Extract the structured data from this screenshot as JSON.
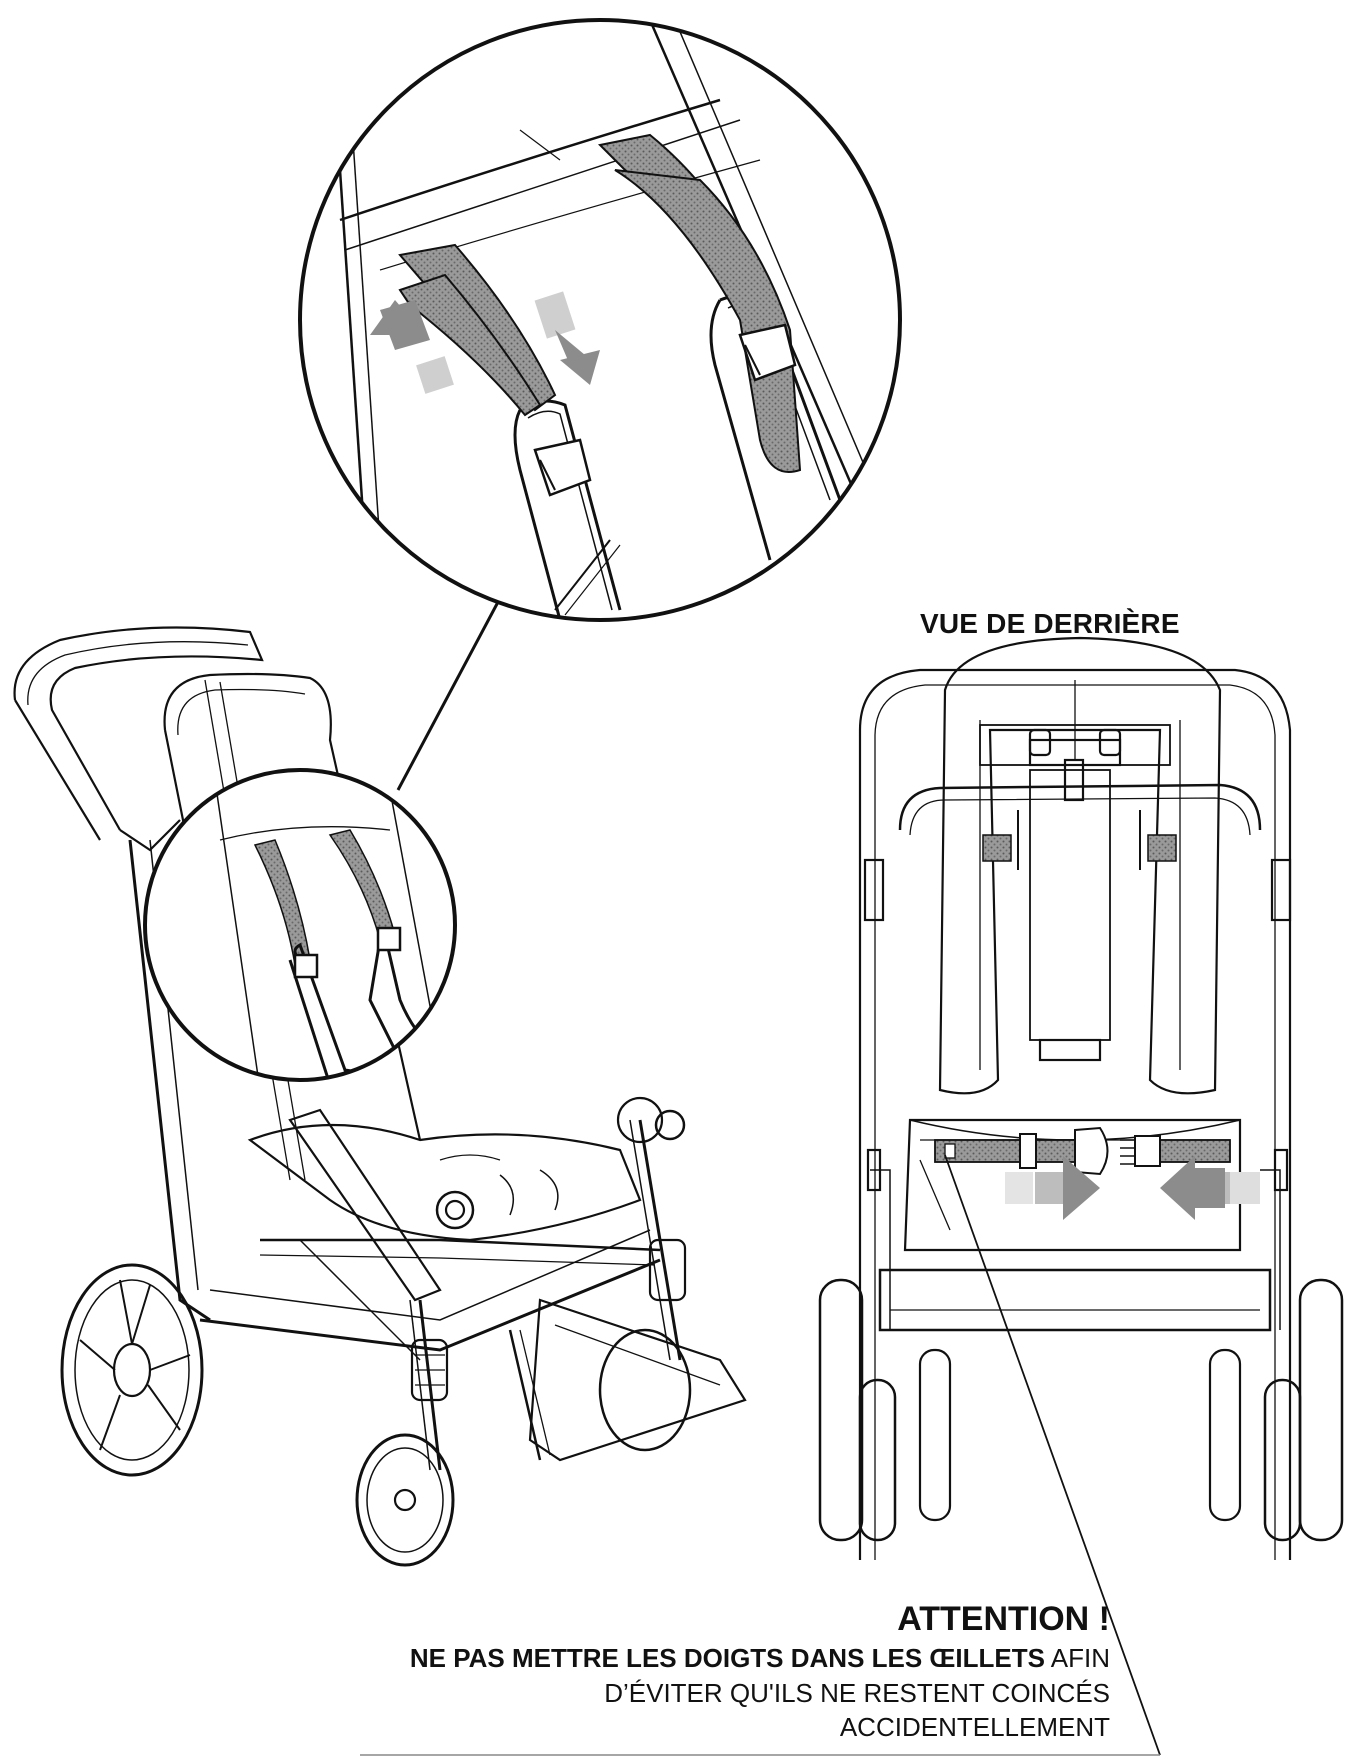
{
  "labels": {
    "rear_view": "VUE DE DERRIÈRE"
  },
  "warning": {
    "title": "ATTENTION !",
    "bold_part": "NE PAS METTRE LES DOIGTS DANS LES ŒILLETS",
    "line1_rest": " AFIN",
    "line2": "D’ÉVITER QU'ILS NE RESTENT COINCÉS",
    "line3": "ACCIDENTELLEMENT"
  },
  "colors": {
    "line": "#111111",
    "strap": "#8a8a8a",
    "arrow": "#8c8c8c",
    "arrow_light": "#cfcfcf"
  }
}
